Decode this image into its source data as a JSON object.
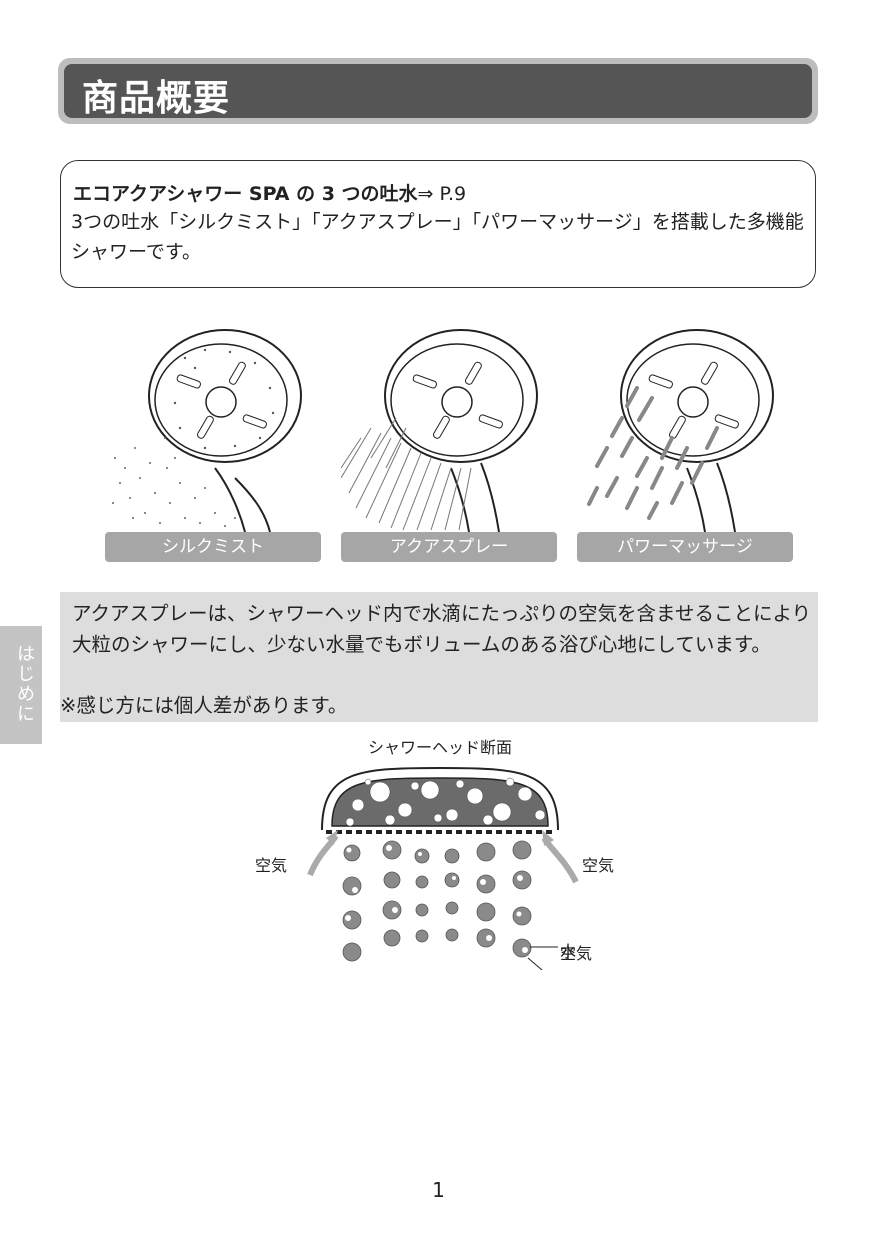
{
  "header": {
    "title": "商品概要"
  },
  "intro": {
    "heading": "エコアクアシャワー SPA の 3 つの吐水",
    "reference": "⇒ P.9",
    "body": "3つの吐水「シルクミスト」「アクアスプレー」「パワーマッサージ」を搭載した多機能シャワーです。"
  },
  "modes": [
    {
      "label": "シルクミスト"
    },
    {
      "label": "アクアスプレー"
    },
    {
      "label": "パワーマッサージ"
    }
  ],
  "side_tab": {
    "label": "はじめに"
  },
  "description": {
    "body": "アクアスプレーは、シャワーヘッド内で水滴にたっぷりの空気を含ませることにより大粒のシャワーにし、少ない水量でもボリュームのある浴び心地にしています。",
    "note": "※感じ方には個人差があります。"
  },
  "diagram": {
    "title": "シャワーヘッド断面",
    "air_left": "空気",
    "air_right": "空気",
    "water_label": "水",
    "air_bubble_label": "空気"
  },
  "footer": {
    "page_number": "1"
  },
  "colors": {
    "title_bg": "#555555",
    "label_bg": "#a6a6a6",
    "desc_bg": "#dddddd"
  }
}
